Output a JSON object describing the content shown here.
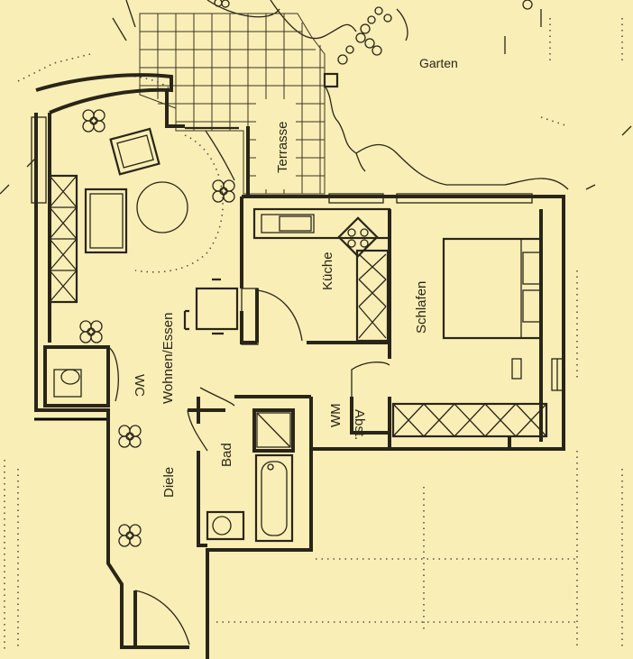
{
  "labels": {
    "garten": "Garten",
    "terrasse": "Terrasse",
    "kueche": "Küche",
    "schlafen": "Schlafen",
    "wohnen_essen": "Wohnen/Essen",
    "wc": "WC",
    "wm": "WM",
    "abst": "Abst.",
    "bad": "Bad",
    "diele": "Diele"
  },
  "colors": {
    "paper": "#f9eeb6",
    "ink": "#2a2518"
  }
}
